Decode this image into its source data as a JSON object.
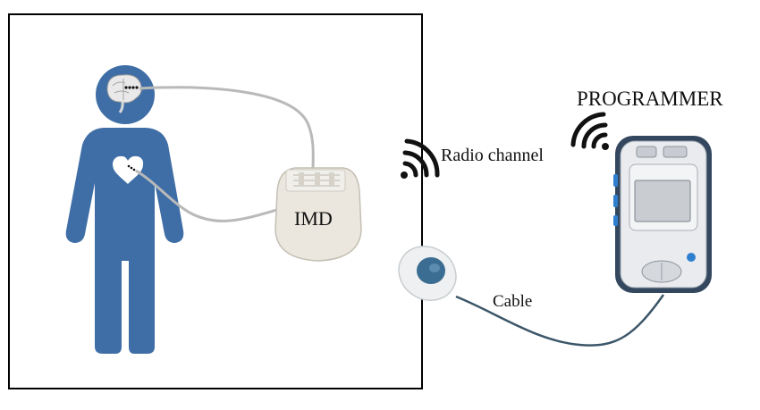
{
  "labels": {
    "imd": "IMD",
    "radio_channel": "Radio channel",
    "programmer": "PROGRAMMER",
    "cable": "Cable"
  },
  "colors": {
    "figure_blue": "#3f6ea6",
    "lead_gray": "#b9b9b9",
    "device_body": "#ebe7de",
    "programmer_shell": "#33475e",
    "screen": "#c9ccd1",
    "wave_black": "#111111",
    "cable": "#3c5669"
  },
  "icons": [
    "brain-icon",
    "heart-icon",
    "wireless-signal-icon",
    "wireless-signal-icon"
  ]
}
